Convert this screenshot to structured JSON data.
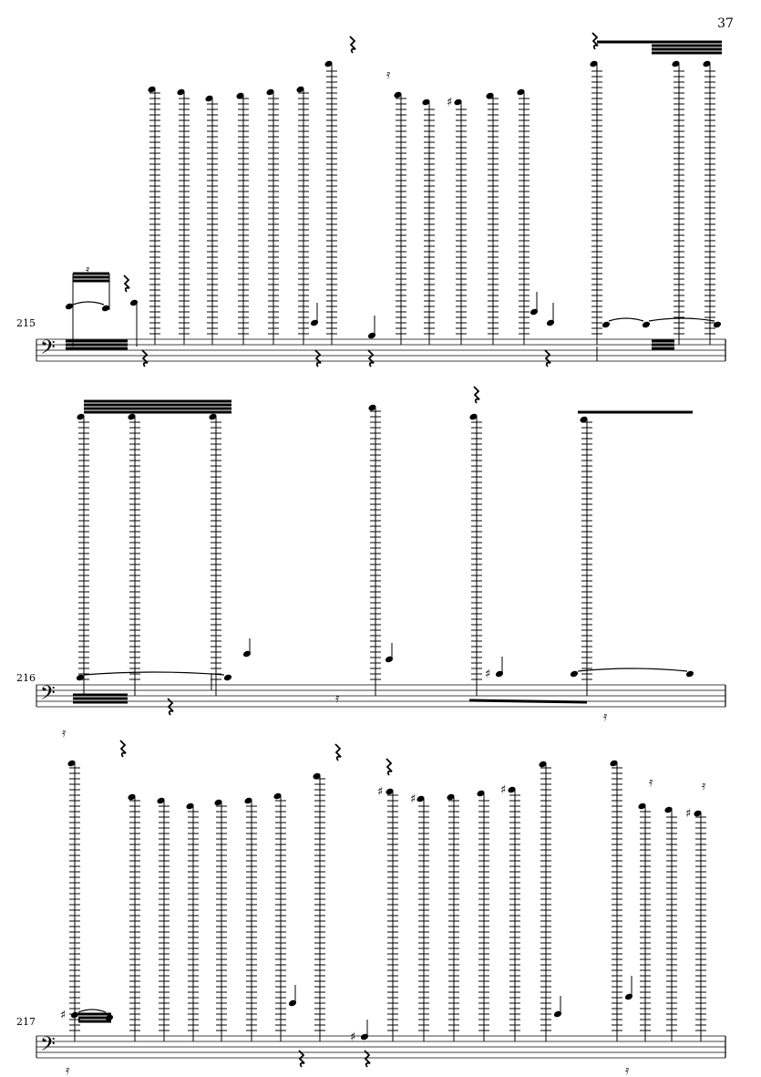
{
  "page_number": "37",
  "ink_color": "#000000",
  "systems": [
    {
      "measure_number": "215",
      "clef": "bass"
    },
    {
      "measure_number": "216",
      "clef": "bass"
    },
    {
      "measure_number": "217",
      "clef": "bass"
    }
  ]
}
